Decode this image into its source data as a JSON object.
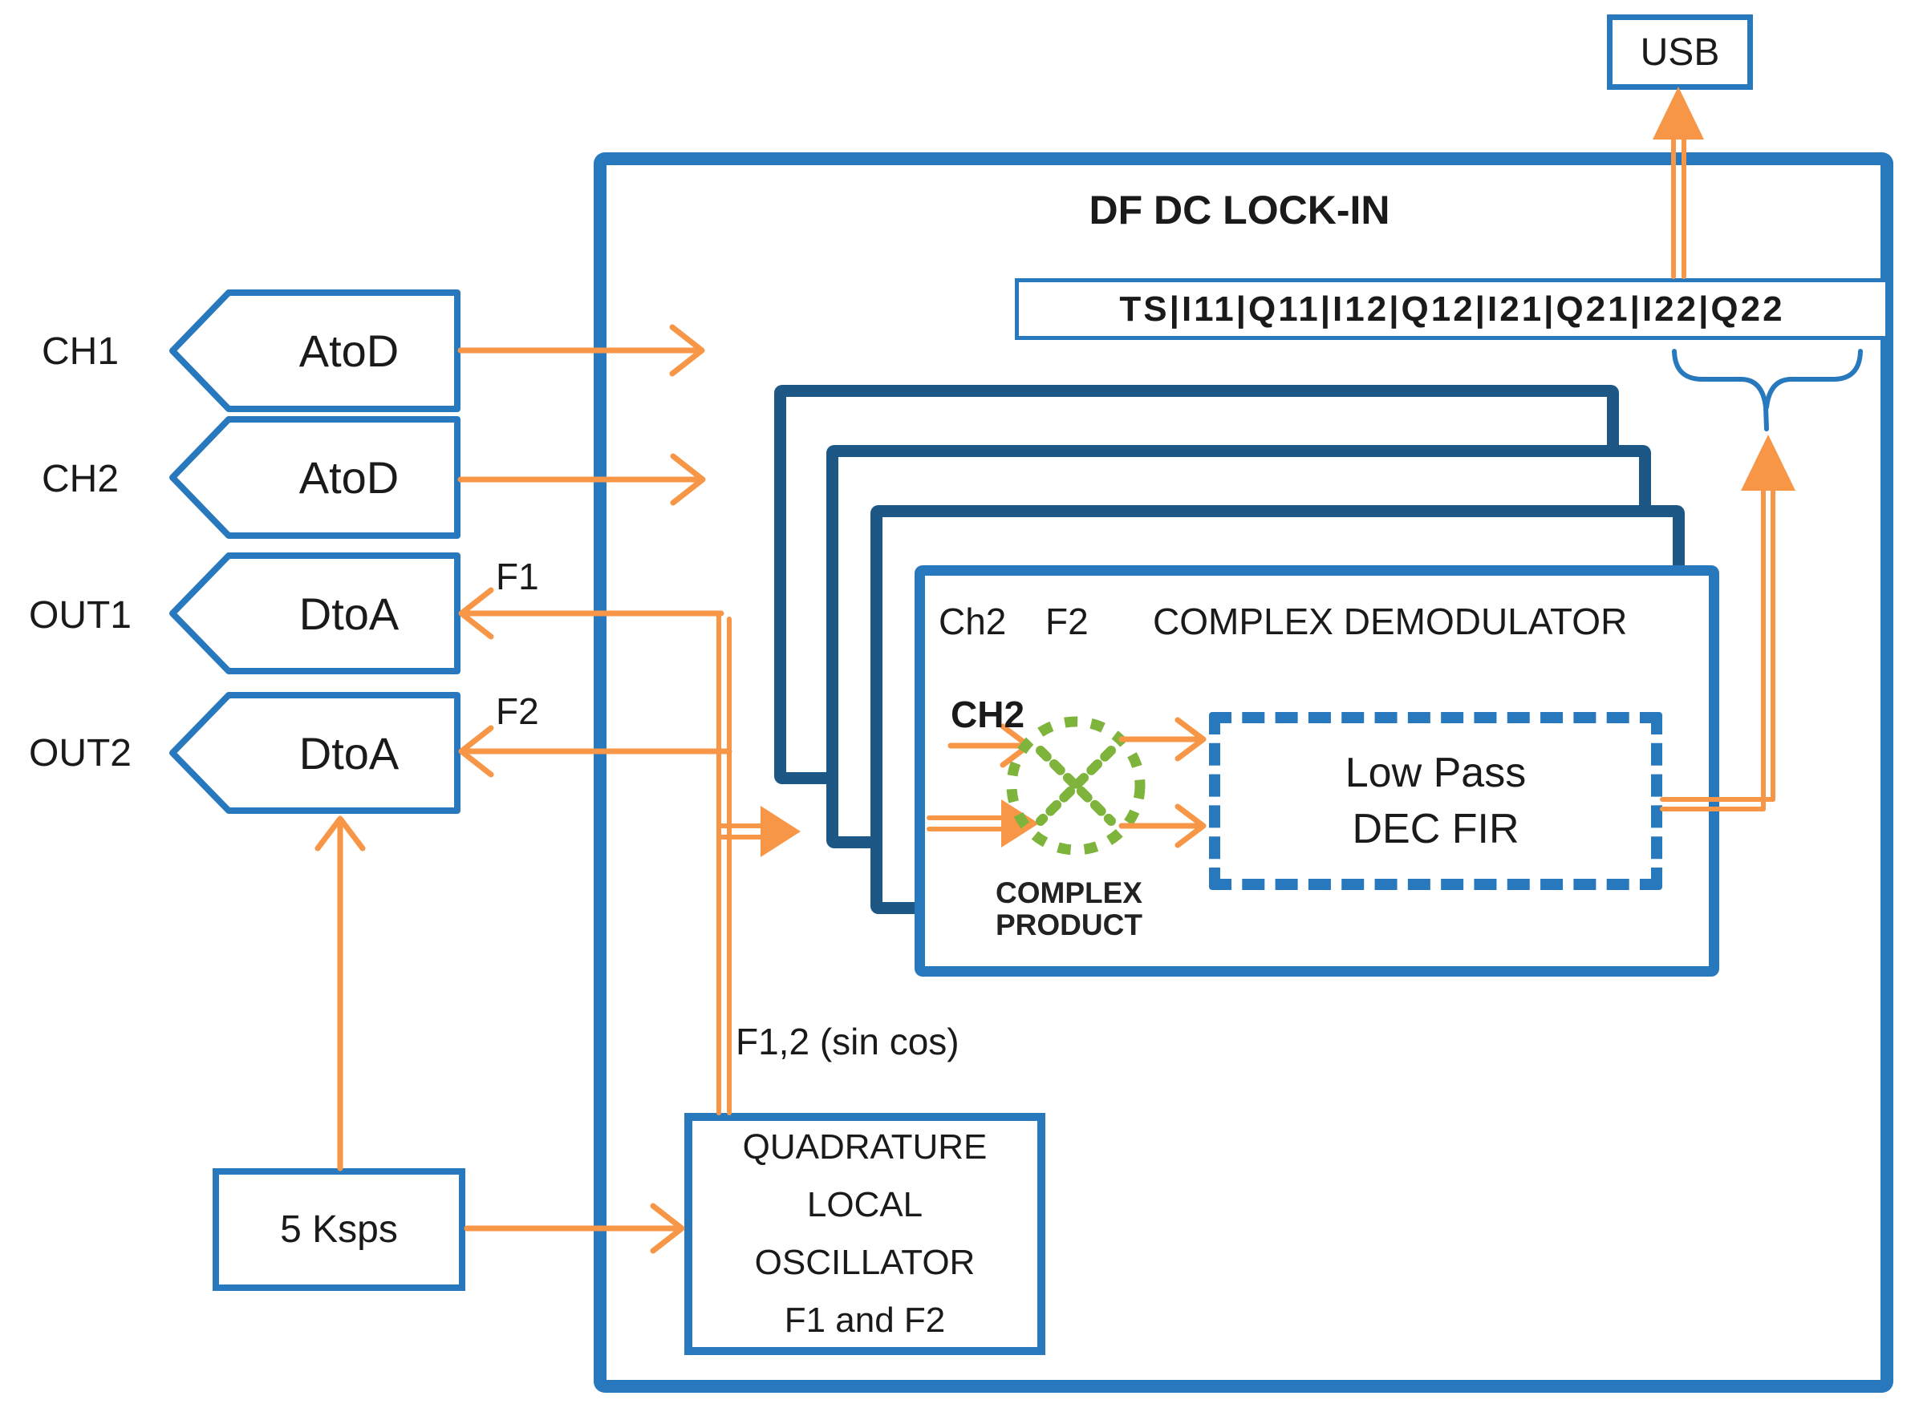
{
  "title": "DF DC LOCK-IN",
  "usb": {
    "label": "USB"
  },
  "record": {
    "text": "TS|I11|Q11|I12|Q12|I21|Q21|I22|Q22"
  },
  "inputs": [
    {
      "port": "CH1",
      "block": "AtoD"
    },
    {
      "port": "CH2",
      "block": "AtoD"
    },
    {
      "port": "OUT1",
      "block": "DtoA"
    },
    {
      "port": "OUT2",
      "block": "DtoA"
    }
  ],
  "signals": {
    "f1": "F1",
    "f2": "F2",
    "f12": "F1,2 (sin cos)"
  },
  "clock": {
    "label": "5 Ksps"
  },
  "oscillator": {
    "lines": [
      "QUADRATURE",
      "LOCAL",
      "OSCILLATOR",
      "F1 and F2"
    ]
  },
  "demodulator": {
    "channel": "Ch2",
    "frequency": "F2",
    "title": "COMPLEX DEMODULATOR",
    "input_label": "CH2",
    "product_label_1": "COMPLEX",
    "product_label_2": "PRODUCT",
    "filter_line1": "Low Pass",
    "filter_line2": "DEC FIR"
  },
  "colors": {
    "blue": "#2878be",
    "dark_blue": "#1d5786",
    "orange": "#f79646",
    "green": "#7fb43c",
    "text": "#1a1a1a"
  }
}
